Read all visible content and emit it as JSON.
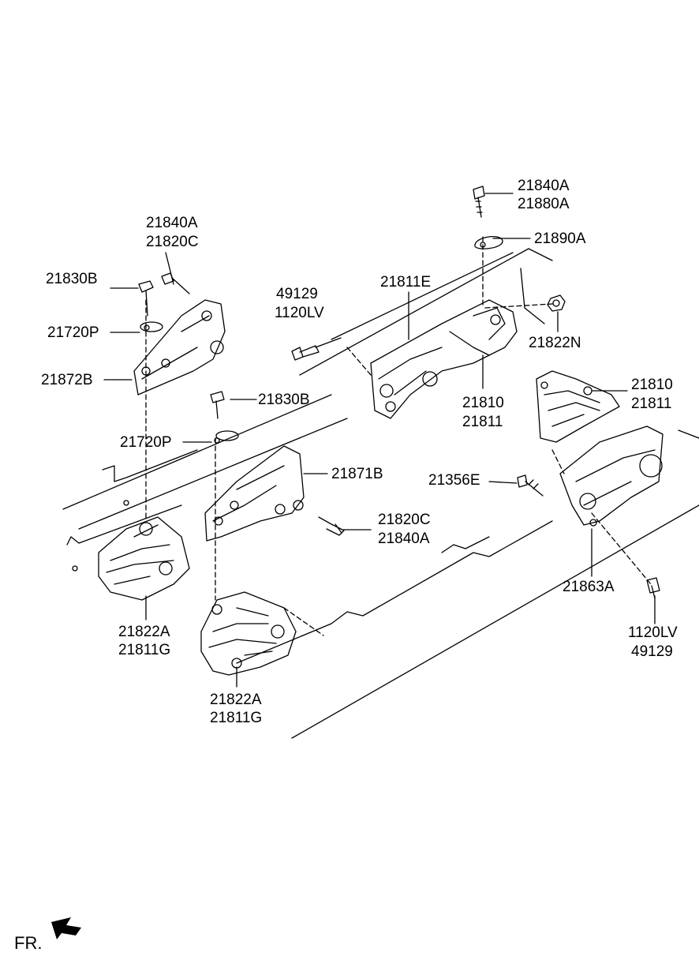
{
  "labels": {
    "l_21840A_top": "21840A",
    "l_21880A": "21880A",
    "l_21890A": "21890A",
    "l_21822N": "21822N",
    "l_21811E": "21811E",
    "l_49129_top": "49129",
    "l_1120LV_top": "1120LV",
    "l_21810_mid": "21810",
    "l_21811_mid": "21811",
    "l_21810_right": "21810",
    "l_21811_right": "21811",
    "l_21840A_left": "21840A",
    "l_21820C_left": "21820C",
    "l_21830B_left": "21830B",
    "l_21720P_left": "21720P",
    "l_21872B": "21872B",
    "l_21830B_mid": "21830B",
    "l_21720P_mid": "21720P",
    "l_21871B": "21871B",
    "l_21356E": "21356E",
    "l_21820C_mid": "21820C",
    "l_21840A_mid": "21840A",
    "l_21863A": "21863A",
    "l_1120LV_bot": "1120LV",
    "l_49129_bot": "49129",
    "l_21822A_left": "21822A",
    "l_21811G_left": "21811G",
    "l_21822A_mid": "21822A",
    "l_21811G_mid": "21811G"
  },
  "fr_label": "FR."
}
